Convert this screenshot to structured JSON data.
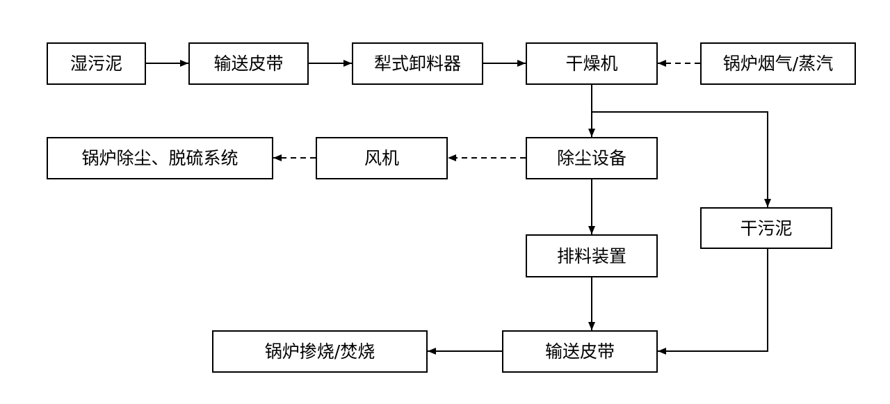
{
  "nodes": {
    "wet_sludge": "湿污泥",
    "conveyor_belt_1": "输送皮带",
    "plough_unloader": "犁式卸料器",
    "dryer": "干燥机",
    "boiler_flue_gas_steam": "锅炉烟气/蒸汽",
    "boiler_dust_desulfurization": "锅炉除尘、脱硫系统",
    "fan": "风机",
    "dust_removal_equipment": "除尘设备",
    "dry_sludge": "干污泥",
    "discharge_device": "排料装置",
    "boiler_co_combustion": "锅炉掺烧/焚烧",
    "conveyor_belt_2": "输送皮带"
  },
  "colors": {
    "line": "#000000",
    "box_border": "#000000",
    "background": "#ffffff"
  }
}
